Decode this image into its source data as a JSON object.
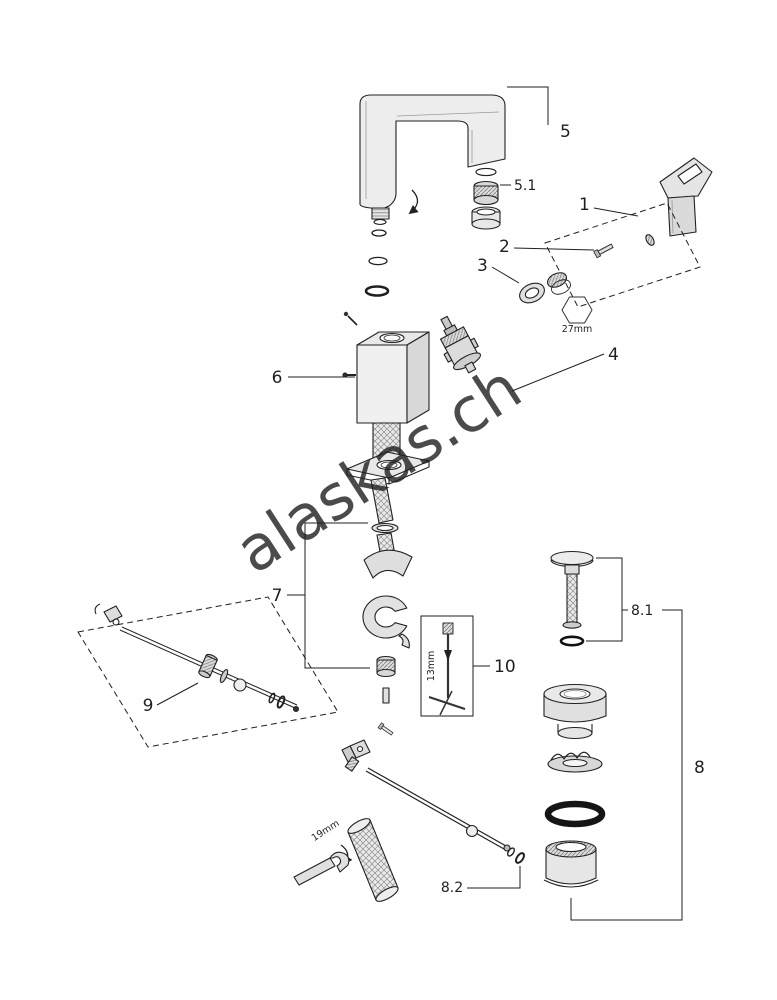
{
  "diagram": {
    "watermark": "alaskas.ch",
    "line_color": "#1f1f1f",
    "watermark_color": "#c9c9c9",
    "callouts": {
      "part1": "1",
      "part2": "2",
      "part3": "3",
      "part4": "4",
      "part5": "5",
      "part5_1": "5.1",
      "part6": "6",
      "part7": "7",
      "part8": "8",
      "part8_1": "8.1",
      "part8_2": "8.2",
      "part9": "9",
      "part10": "10"
    },
    "dimensions": {
      "spanner_size": "27mm",
      "hex_key_size": "13mm",
      "wrench_size": "19mm"
    }
  }
}
